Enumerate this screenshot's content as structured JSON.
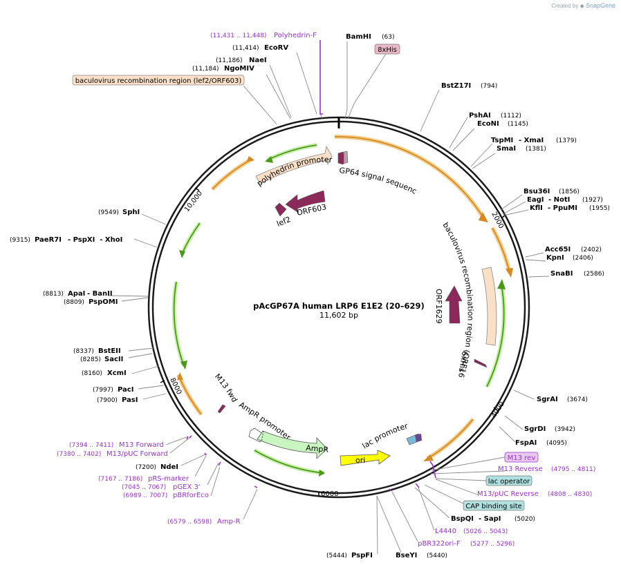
{
  "branding": {
    "created_by": "Created by",
    "logo": "SnapGene",
    "icon": "snapgene-logo-icon"
  },
  "plasmid": {
    "name": "pAcGP67A human LRP6 E1E2 (20–629)",
    "size": "11,602 bp"
  },
  "colors": {
    "enzyme": "#000000",
    "primer": "#9b30d0",
    "promoter_fill": "#fbe0c8",
    "cds_fill": "#8b2a5a",
    "ori_fill": "#ffff00",
    "ampr_fill": "#c8f5c0",
    "direction_orange": "#e8a030",
    "direction_green": "#55aa22"
  },
  "ticks": {
    "t2000": "2000",
    "t4000": "4000",
    "t6000": "6000",
    "t8000": "8000",
    "t10000": "10,000"
  },
  "enzymes": {
    "bamhi": {
      "name": "BamHI",
      "pos": "(63)"
    },
    "bstz17i": {
      "name": "BstZ17I",
      "pos": "(794)"
    },
    "pshai": {
      "name": "PshAI",
      "pos": "(1112)"
    },
    "econi": {
      "name": "EcoNI",
      "pos": "(1145)"
    },
    "tspmi": {
      "name": "TspMI",
      "extra": "- XmaI",
      "pos": "(1379)"
    },
    "smai": {
      "name": "SmaI",
      "pos": "(1381)"
    },
    "bsu36i": {
      "name": "Bsu36I",
      "pos": "(1856)"
    },
    "eagi": {
      "name": "EagI",
      "extra": "- NotI",
      "pos": "(1927)"
    },
    "kfli": {
      "name": "KflI",
      "extra": "- PpuMI",
      "pos": "(1955)"
    },
    "acc65i": {
      "name": "Acc65I",
      "pos": "(2402)"
    },
    "kpni": {
      "name": "KpnI",
      "pos": "(2406)"
    },
    "snabi": {
      "name": "SnaBI",
      "pos": "(2586)"
    },
    "sgrai": {
      "name": "SgrAI",
      "pos": "(3674)"
    },
    "sgrdi": {
      "name": "SgrDI",
      "pos": "(3942)"
    },
    "fspai": {
      "name": "FspAI",
      "pos": "(4095)"
    },
    "bspqi": {
      "name": "BspQI",
      "extra": "- SapI",
      "pos": "(5020)"
    },
    "bseyi": {
      "name": "BseYI",
      "pos": "(5440)"
    },
    "pspfi": {
      "name": "PspFI",
      "pos": "(5444)"
    },
    "ndei": {
      "name": "NdeI",
      "pos": "(7200)"
    },
    "pasi": {
      "name": "PasI",
      "pos": "(7900)"
    },
    "paci": {
      "name": "PacI",
      "pos": "(7997)"
    },
    "xcmi": {
      "name": "XcmI",
      "pos": "(8160)"
    },
    "sacii": {
      "name": "SacII",
      "pos": "(8285)"
    },
    "bsteii": {
      "name": "BstEII",
      "pos": "(8337)"
    },
    "pspomi": {
      "name": "PspOMI",
      "pos": "(8809)"
    },
    "apai": {
      "name": "ApaI",
      "extra": "- BanII",
      "pos": "(8813)"
    },
    "paer7i": {
      "name": "PaeR7I",
      "extra": "- PspXI  - XhoI",
      "pos": "(9315)"
    },
    "sphi": {
      "name": "SphI",
      "pos": "(9549)"
    },
    "ngomiv": {
      "name": "NgoMIV",
      "pos": "(11,184)"
    },
    "naei": {
      "name": "NaeI",
      "pos": "(11,186)"
    },
    "ecorv": {
      "name": "EcoRV",
      "pos": "(11,414)"
    }
  },
  "primers": {
    "polyhedrin_f": {
      "name": "Polyhedrin-F",
      "pos": "(11,431 .. 11,448)"
    },
    "m13_rev": {
      "name": "M13 rev"
    },
    "m13_reverse": {
      "name": "M13 Reverse",
      "pos": "(4795 .. 4811)"
    },
    "m13_puc_reverse": {
      "name": "M13/pUC Reverse",
      "pos": "(4808 .. 4830)"
    },
    "l4440": {
      "name": "L4440",
      "pos": "(5026 .. 5043)"
    },
    "pbr322ori_f": {
      "name": "pBR322ori-F",
      "pos": "(5277 .. 5296)"
    },
    "amp_r": {
      "name": "Amp-R",
      "pos": "(6579 .. 6598)"
    },
    "pbrforeco": {
      "name": "pBRforEco",
      "pos": "(6989 .. 7007)"
    },
    "pgex3": {
      "name": "pGEX 3'",
      "pos": "(7045 .. 7067)"
    },
    "prs_marker": {
      "name": "pRS-marker",
      "pos": "(7167 .. 7186)"
    },
    "m13_puc_forward": {
      "name": "M13/pUC Forward",
      "pos": "(7380 .. 7402)"
    },
    "m13_forward": {
      "name": "M13 Forward",
      "pos": "(7394 .. 7411)"
    }
  },
  "boxed_features": {
    "his8": "8xHis",
    "baculo_lef2": "baculovirus recombination region (lef2/ORF603)",
    "lac_operator": "lac operator",
    "cap_site": "CAP binding site"
  },
  "features": {
    "polyhedrin_promoter": "polyhedrin promoter",
    "gp64": "GP64 signal sequence",
    "lef2": "lef2",
    "orf603": "ORF603",
    "baculo_orf1629": "baculovirus recombination region (ORF1629)",
    "orf1629": "ORF1629",
    "his6": "6xHis",
    "ampr_promoter": "AmpR promoter",
    "ampr": "AmpR",
    "m13_fwd": "M13 fwd",
    "lac_promoter": "lac promoter",
    "ori": "ori"
  }
}
